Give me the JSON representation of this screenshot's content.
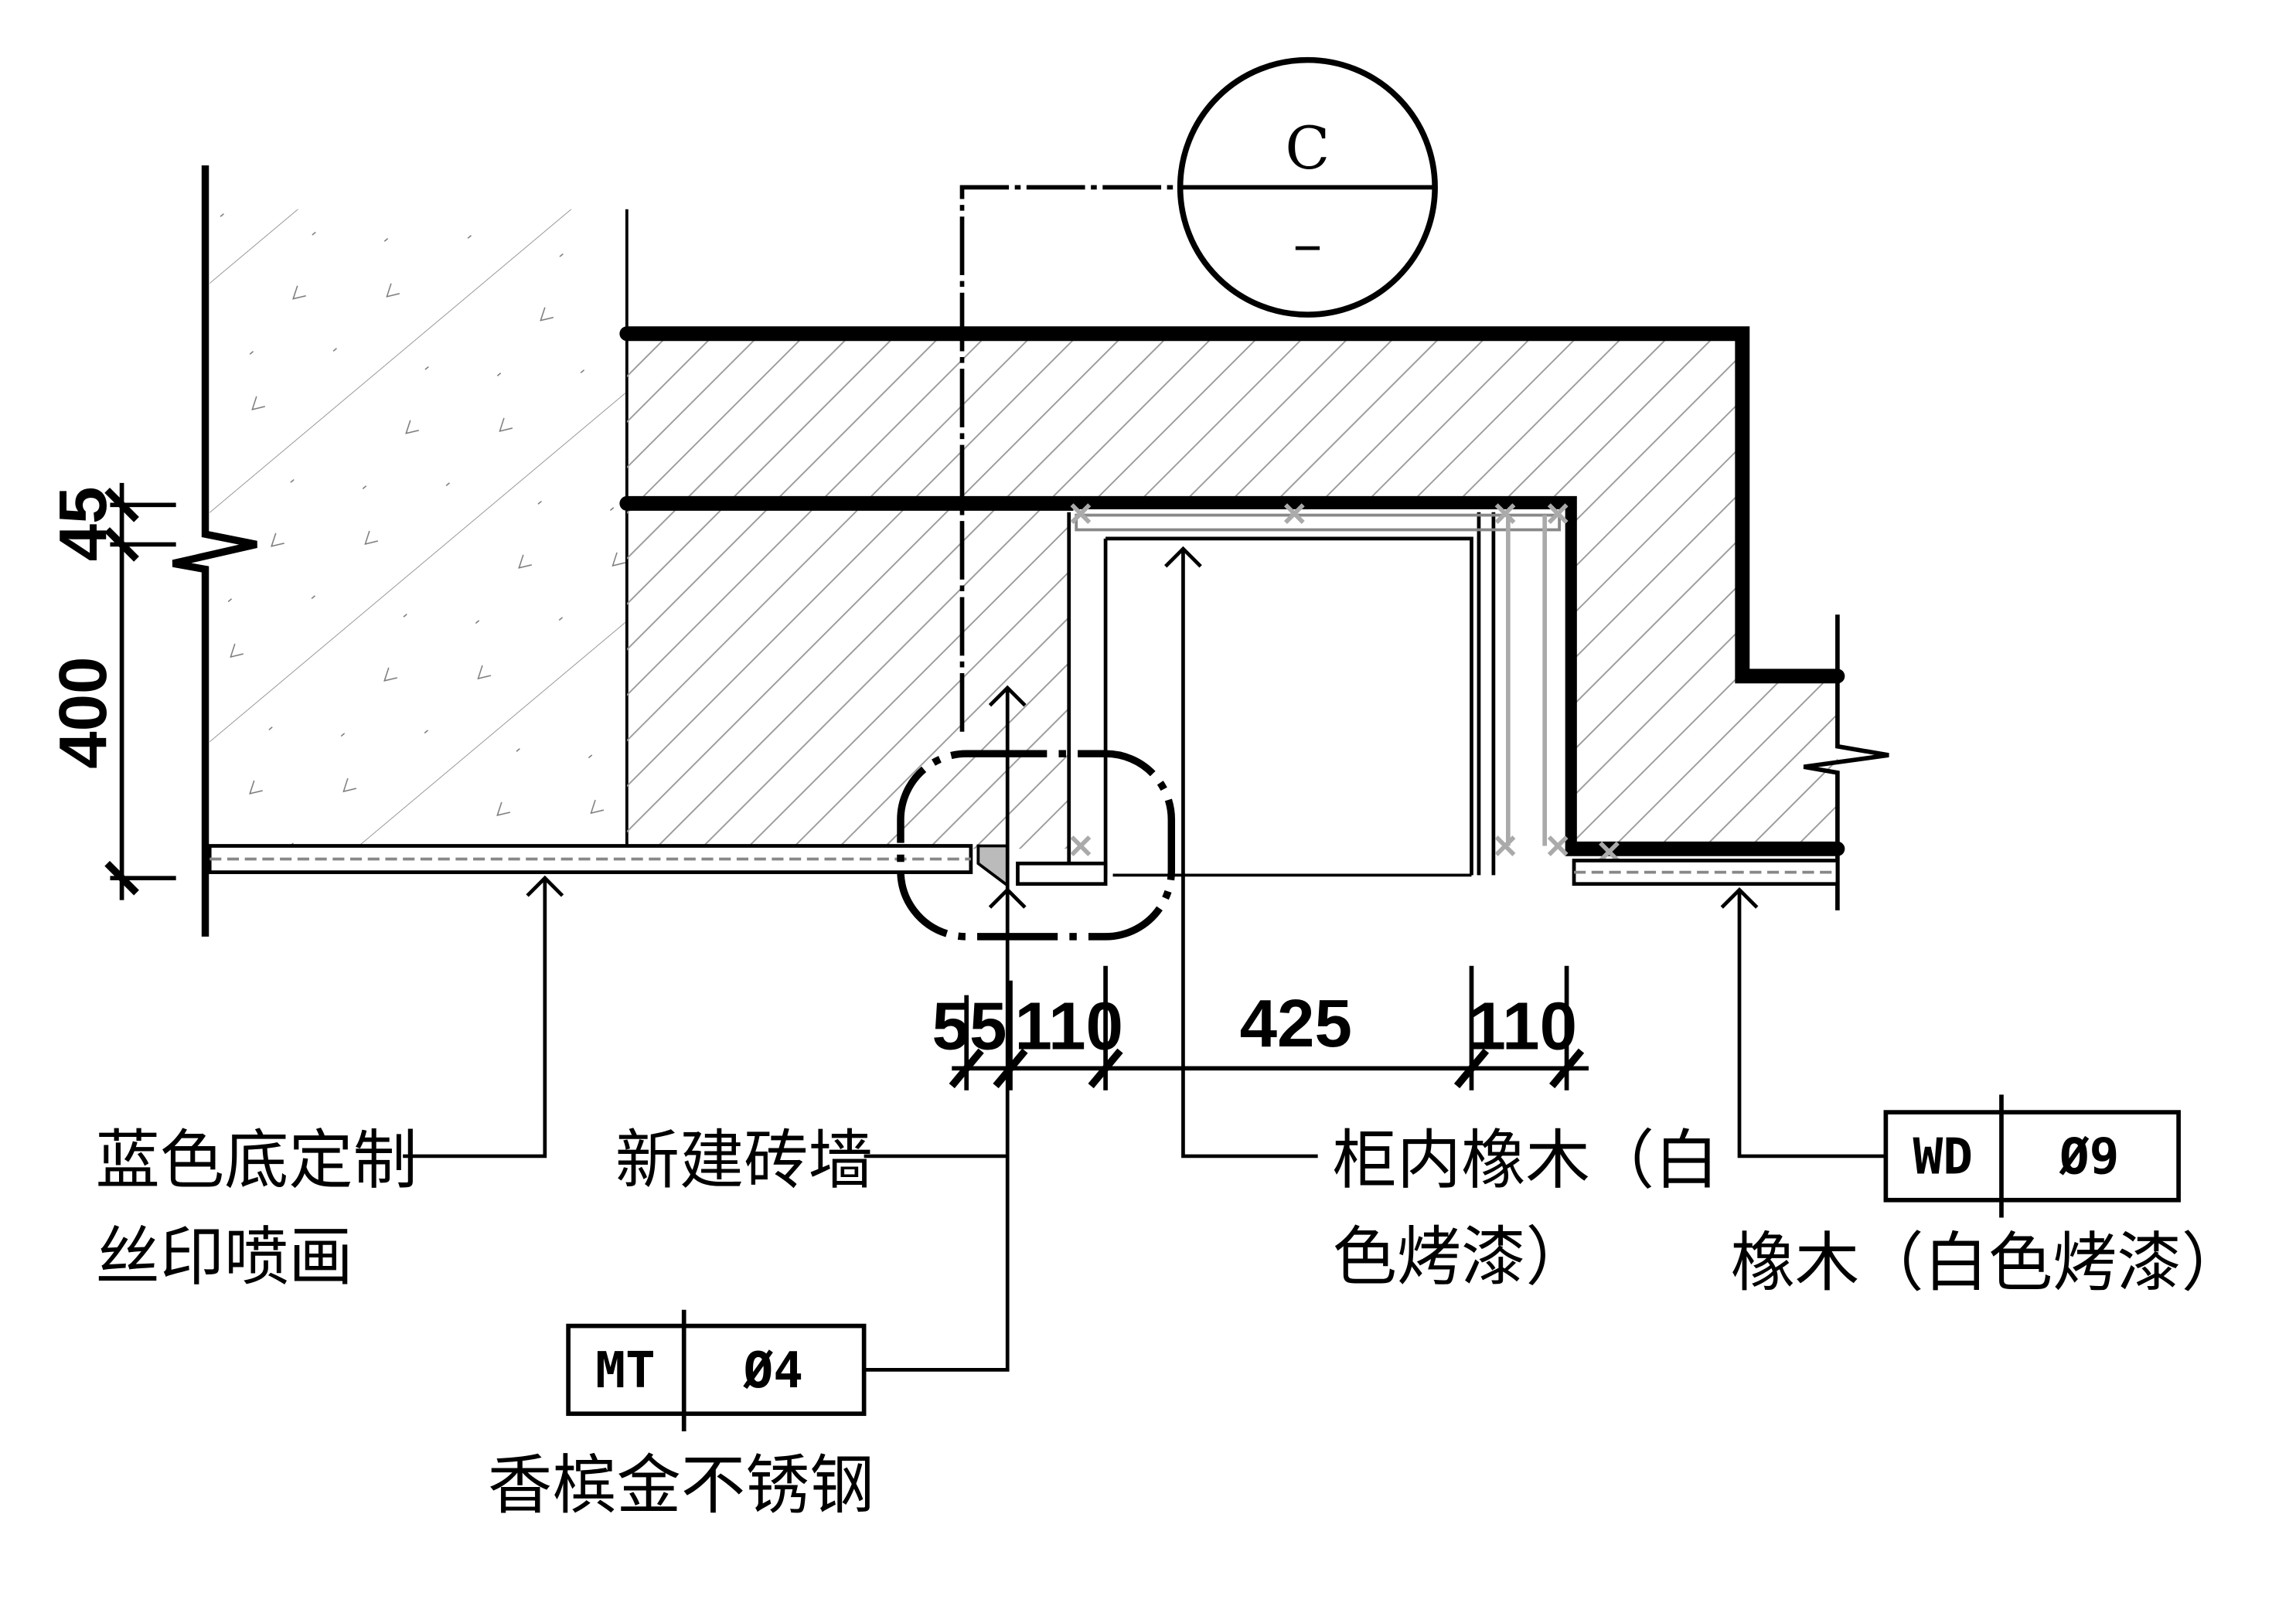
{
  "section_marker": {
    "letter": "C",
    "sheet": "–"
  },
  "dimensions": {
    "horizontal": [
      "55",
      "110",
      "425",
      "110"
    ],
    "vertical": [
      "45",
      "400"
    ]
  },
  "labels": {
    "print_panel_line1": "蓝色底定制",
    "print_panel_line2": "丝印喷画",
    "brick_wall": "新建砖墙",
    "cabinet_inner_line1": "柜内橡木（白",
    "cabinet_inner_line2": "色烤漆）",
    "oak_finish": "橡木（白色烤漆）",
    "stainless": "香槟金不锈钢"
  },
  "tags": {
    "wd": {
      "code": "WD",
      "number": "Ø9"
    },
    "mt": {
      "code": "MT",
      "number": "Ø4"
    }
  },
  "colors": {
    "line": "#000000",
    "hatch": "#9a9a9a"
  }
}
